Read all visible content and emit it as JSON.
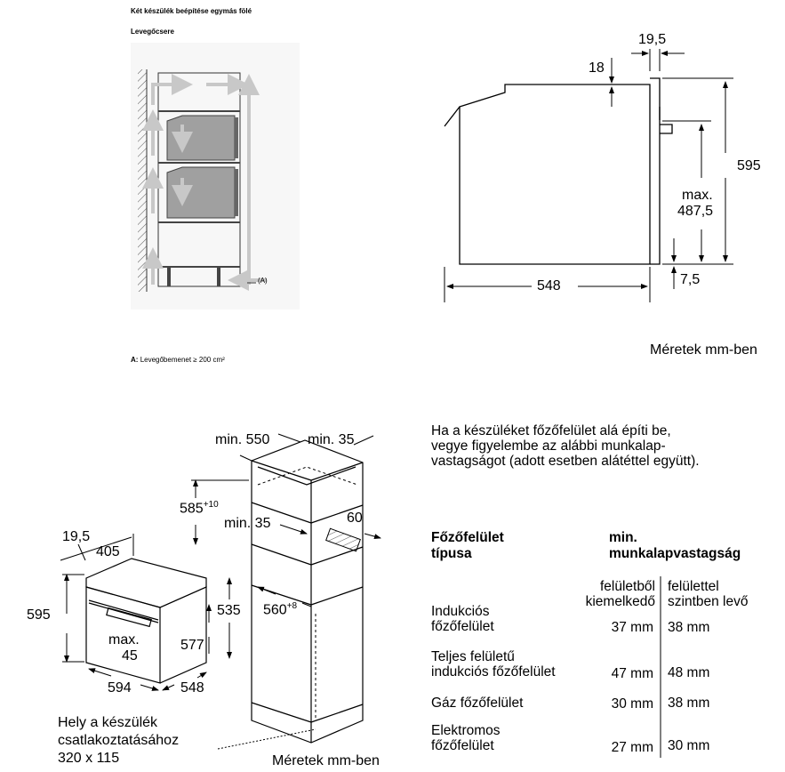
{
  "left_top": {
    "heading1": "Két készülék beépítése egymás fölé",
    "heading2": "Levegőcsere",
    "callout": "(A)",
    "legend_key": "A:",
    "legend_text": "Levegőbemenet ≥ 200 cm²"
  },
  "right_top": {
    "dim_19_5": "19,5",
    "dim_18": "18",
    "dim_595": "595",
    "dim_max": "max.",
    "dim_487_5": "487,5",
    "dim_548": "548",
    "dim_7_5": "7,5",
    "units_note": "Méretek mm-ben"
  },
  "bottom_left": {
    "dim_min550": "min. 550",
    "dim_min35_top": "min. 35",
    "dim_585": "585",
    "dim_585_sup": "+10",
    "dim_min35_mid": "min. 35",
    "dim_60": "60",
    "dim_19_5": "19,5",
    "dim_405": "405",
    "dim_595": "595",
    "dim_535": "535",
    "dim_560": "560",
    "dim_560_sup": "+8",
    "dim_max": "max.",
    "dim_45": "45",
    "dim_577": "577",
    "dim_594": "594",
    "dim_548": "548",
    "connection_line1": "Hely a készülék",
    "connection_line2": "csatlakoztatásához",
    "connection_line3": "320 x 115",
    "units_note": "Méretek mm-ben"
  },
  "info": {
    "line1": "Ha a készüléket főzőfelület alá építi be,",
    "line2": "vegye figyelembe az alábbi munkalap-",
    "line3": "vastagságot (adott esetben alátéttel együtt)."
  },
  "table": {
    "col1_header_line1": "Főzőfelület",
    "col1_header_line2": "típusa",
    "col2_header_line1": "min.",
    "col2_header_line2": "munkalapvastagság",
    "sub1_line1": "felületből",
    "sub1_line2": "kiemelkedő",
    "sub2_line1": "felülettel",
    "sub2_line2": "szintben levő",
    "rows": [
      {
        "type_line1": "Indukciós",
        "type_line2": "főzőfelület",
        "raised": "37 mm",
        "flush": "38 mm"
      },
      {
        "type_line1": "Teljes felületű",
        "type_line2": "indukciós főzőfelület",
        "raised": "47 mm",
        "flush": "48 mm"
      },
      {
        "type_line1": "Gáz főzőfelület",
        "type_line2": "",
        "raised": "30 mm",
        "flush": "38 mm"
      },
      {
        "type_line1": "Elektromos",
        "type_line2": "főzőfelület",
        "raised": "27 mm",
        "flush": "30 mm"
      }
    ]
  }
}
